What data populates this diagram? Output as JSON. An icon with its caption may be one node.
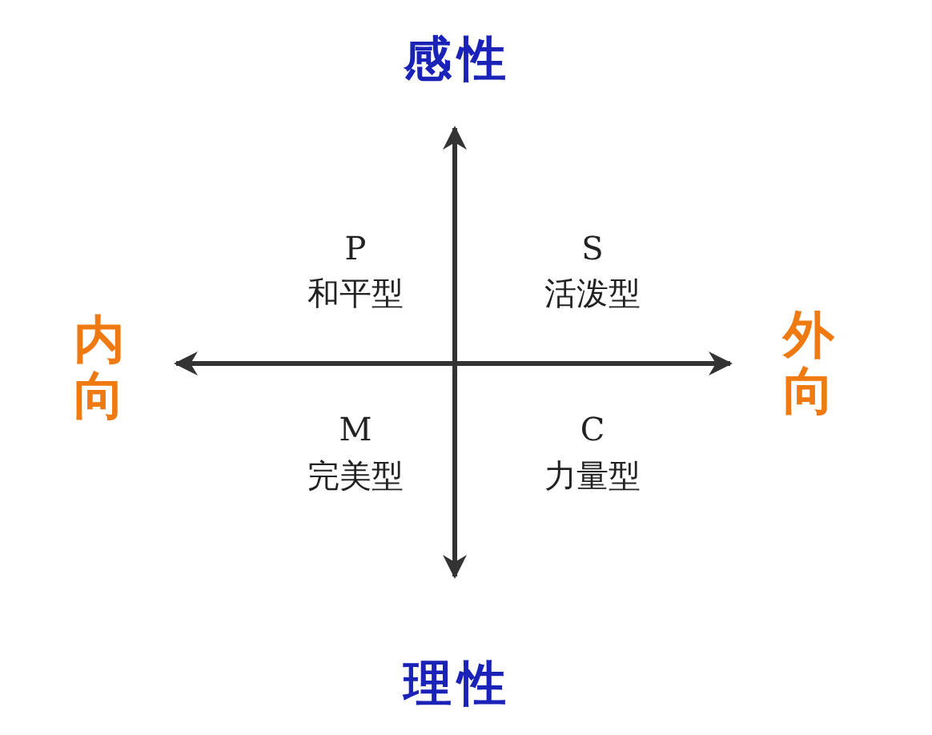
{
  "diagram": {
    "labels": [
      "感性",
      "P",
      "和平型",
      "S",
      "活泼型",
      "内向",
      "外向",
      "M",
      "完美型",
      "C",
      "力量型",
      "理性"
    ]
  }
}
